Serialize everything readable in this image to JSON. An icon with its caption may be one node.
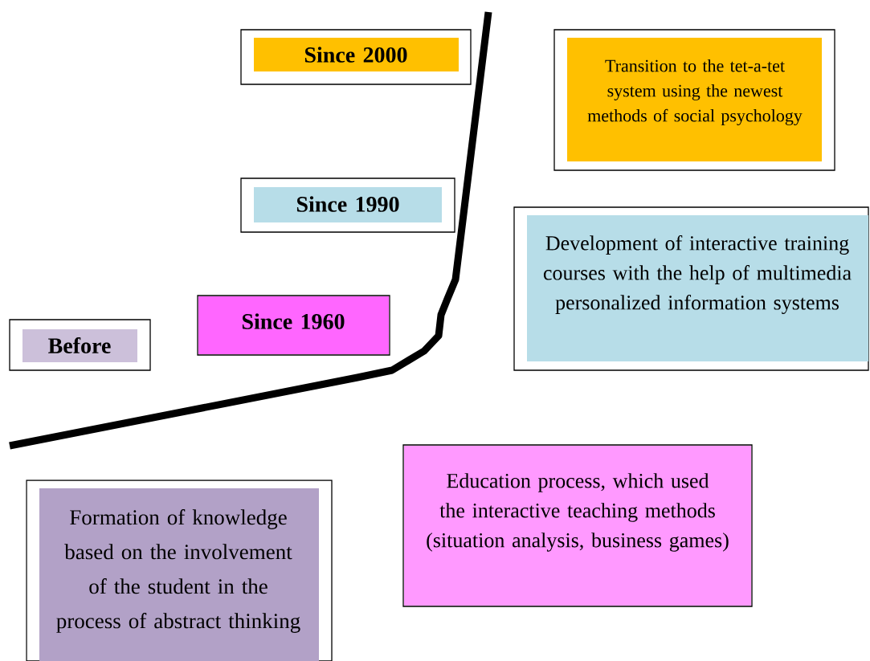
{
  "diagram": {
    "nodes": [
      {
        "text": [
          "Since 2000"
        ]
      },
      {
        "text": [
          "Transition to the tet-a-tet system using the newest methods of social psychology"
        ]
      },
      {
        "text": [
          "Since 1990"
        ]
      },
      {
        "text": [
          "Development of interactive training courses with the help of multimedia personalized information systems"
        ]
      },
      {
        "text": [
          "Before"
        ]
      },
      {
        "text": [
          "Since 1960"
        ]
      },
      {
        "text": [
          "Education process, which used the interactive teaching methods (situation analysis, business games)"
        ]
      },
      {
        "text": [
          "Formation of knowledge based on the involvement of the student in the process of abstract thinking"
        ]
      }
    ]
  }
}
